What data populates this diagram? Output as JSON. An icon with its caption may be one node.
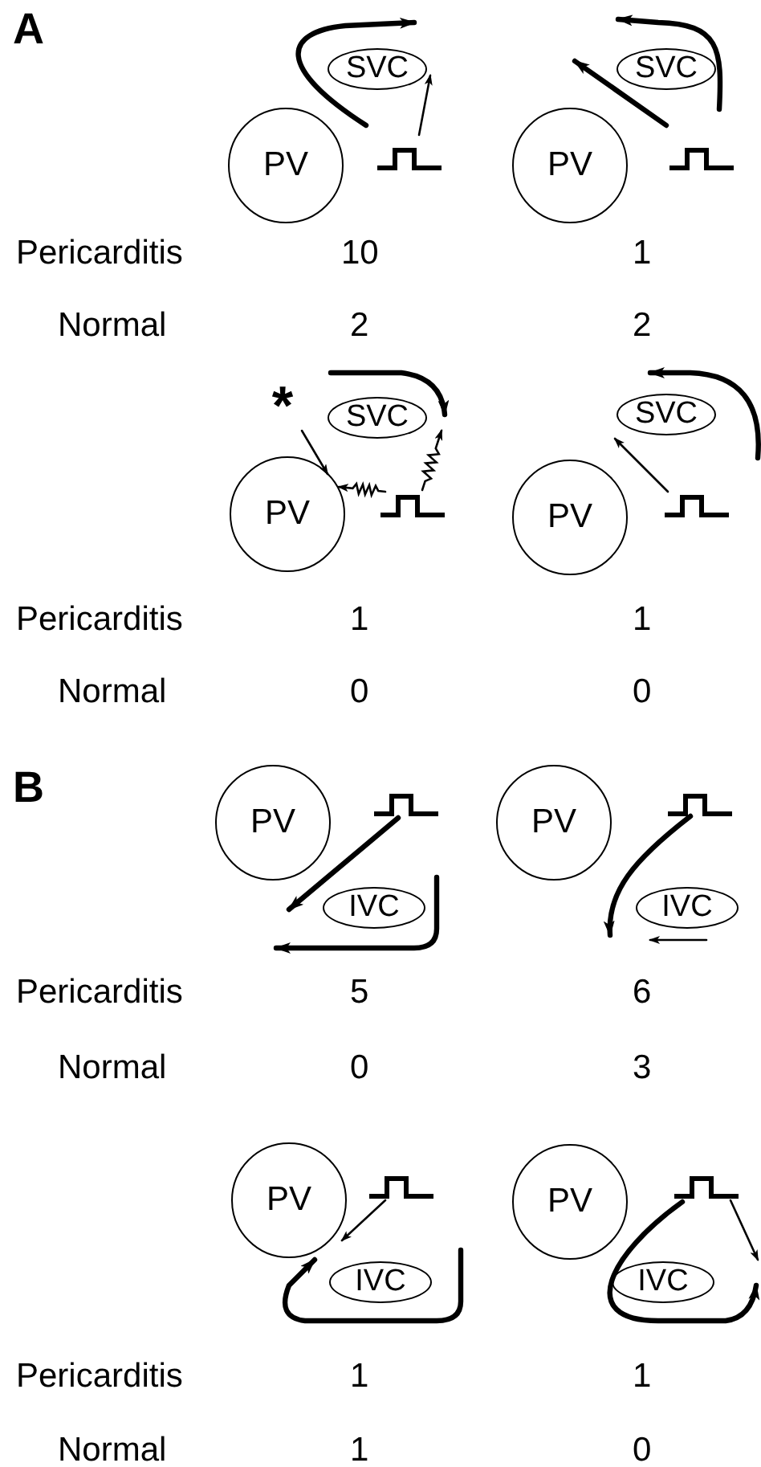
{
  "diagram": {
    "nodes": [
      {
        "text": [
          "PV"
        ]
      },
      {
        "text": [
          "SVC"
        ]
      },
      {
        "text": [],
        "shape": "pulse"
      },
      {
        "text": [
          "PV"
        ]
      },
      {
        "text": [
          "SVC"
        ]
      },
      {
        "text": [],
        "shape": "pulse"
      },
      {
        "text": [
          "*"
        ]
      },
      {
        "text": [
          "PV"
        ]
      },
      {
        "text": [
          "SVC"
        ]
      },
      {
        "text": [],
        "shape": "pulse"
      },
      {
        "text": [
          "PV"
        ]
      },
      {
        "text": [
          "SVC"
        ]
      },
      {
        "text": [],
        "shape": "pulse"
      },
      {
        "text": [
          "PV"
        ]
      },
      {
        "text": [
          "IVC"
        ]
      },
      {
        "text": [],
        "shape": "pulse"
      },
      {
        "text": [
          "PV"
        ]
      },
      {
        "text": [
          "IVC"
        ]
      },
      {
        "text": [],
        "shape": "pulse"
      },
      {
        "text": [
          "PV"
        ]
      },
      {
        "text": [
          "IVC"
        ]
      },
      {
        "text": [],
        "shape": "pulse"
      },
      {
        "text": [
          "PV"
        ]
      },
      {
        "text": [
          "IVC"
        ]
      },
      {
        "text": [],
        "shape": "pulse"
      }
    ],
    "edges": [
      {
        "from": 2,
        "to": 1,
        "arrow": "to"
      },
      {
        "from": 6,
        "to": 7,
        "arrow": "to"
      },
      {
        "from": 9,
        "to": 7,
        "arrow": "to"
      },
      {
        "from": 9,
        "to": 8,
        "arrow": "to"
      },
      {
        "from": 12,
        "to": 11,
        "arrow": "to"
      },
      {
        "from": 15,
        "to": 14,
        "arrow": "to",
        "style": "thick"
      },
      {
        "from": 18,
        "to": 17,
        "arrow": "to",
        "style": "thick"
      },
      {
        "from": 21,
        "to": 20,
        "arrow": "to"
      },
      {
        "from": 24,
        "to": null,
        "arrow": "to"
      },
      {
        "from": 24,
        "to": 23,
        "arrow": "to",
        "style": "thick"
      }
    ],
    "labels": [
      "A",
      "Pericarditis",
      "10",
      "1",
      "Normal",
      "2",
      "2",
      "Pericarditis",
      "1",
      "1",
      "Normal",
      "0",
      "0",
      "B",
      "Pericarditis",
      "5",
      "6",
      "Normal",
      "0",
      "3",
      "Pericarditis",
      "1",
      "1",
      "Normal",
      "1",
      "0"
    ]
  }
}
